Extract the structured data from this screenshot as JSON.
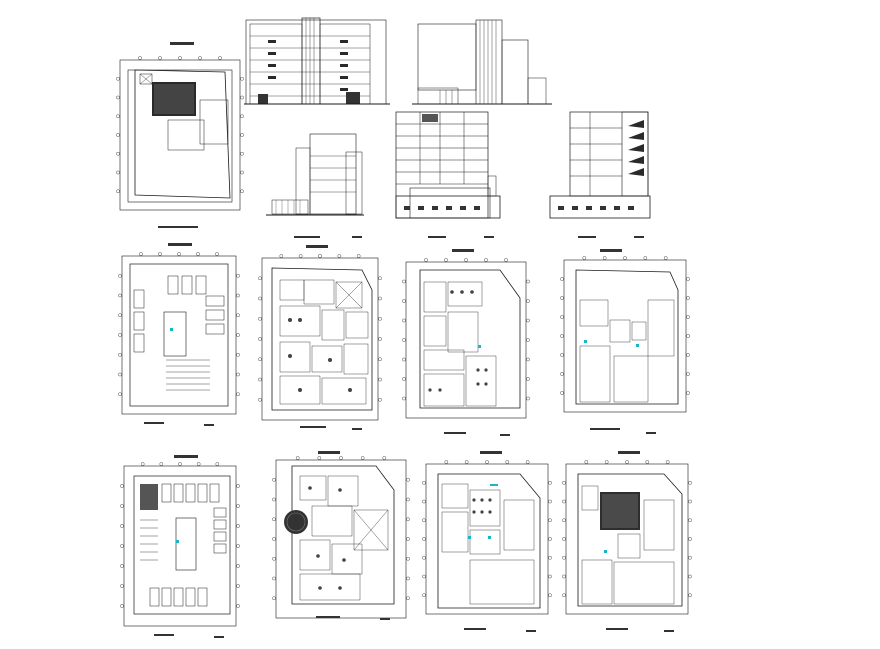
{
  "sheet": {
    "background": "#ffffff",
    "ink": "#1a1a1a",
    "accent": "#19b6c8"
  },
  "drawings": [
    {
      "id": "site-plan",
      "kind": "plan",
      "title": "",
      "scale": ""
    },
    {
      "id": "front-elevation",
      "kind": "elevation",
      "title": "",
      "scale": ""
    },
    {
      "id": "side-elevation",
      "kind": "elevation",
      "title": "",
      "scale": ""
    },
    {
      "id": "lateral-elevation",
      "kind": "elevation",
      "title": "",
      "scale": ""
    },
    {
      "id": "section-a",
      "kind": "section",
      "title": "",
      "scale": ""
    },
    {
      "id": "section-b",
      "kind": "section",
      "title": "",
      "scale": ""
    },
    {
      "id": "basement-parking-1",
      "kind": "plan",
      "title": "",
      "scale": ""
    },
    {
      "id": "ground-floor-plan",
      "kind": "plan",
      "title": "",
      "scale": ""
    },
    {
      "id": "first-floor-plan",
      "kind": "plan",
      "title": "",
      "scale": ""
    },
    {
      "id": "typical-floor-plan",
      "kind": "plan",
      "title": "",
      "scale": ""
    },
    {
      "id": "basement-parking-2",
      "kind": "plan",
      "title": "",
      "scale": ""
    },
    {
      "id": "mezzanine-plan",
      "kind": "plan",
      "title": "",
      "scale": ""
    },
    {
      "id": "second-floor-plan",
      "kind": "plan",
      "title": "",
      "scale": ""
    },
    {
      "id": "roof-plan",
      "kind": "plan",
      "title": "",
      "scale": ""
    }
  ]
}
